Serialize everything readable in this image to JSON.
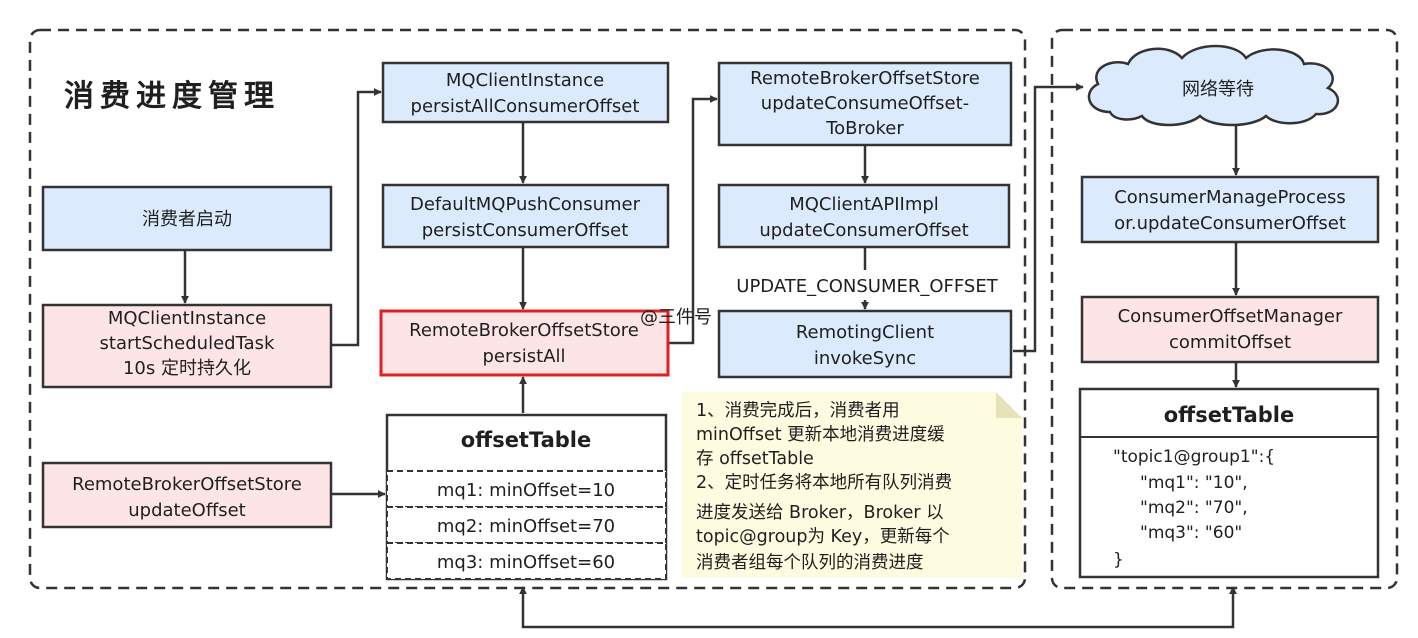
{
  "title": "消费进度管理",
  "nodes": {
    "consumer_start": "消费者启动",
    "start_task": [
      "MQClientInstance",
      "startScheduledTask",
      "10s 定时持久化"
    ],
    "broker_update_offset": [
      "RemoteBrokerOffsetStore",
      "updateOffset"
    ],
    "persist_all_consumer_offset": [
      "MQClientInstance",
      "persistAllConsumerOffset"
    ],
    "push_consumer_persist": [
      "DefaultMQPushConsumer",
      "persistConsumerOffset"
    ],
    "persist_all": [
      "RemoteBrokerOffsetStore",
      "persistAll"
    ],
    "update_to_broker": [
      "RemoteBrokerOffsetStore",
      "updateConsumeOffset-",
      "ToBroker"
    ],
    "api_impl": [
      "MQClientAPIImpl",
      "updateConsumerOffset"
    ],
    "remoting_client": [
      "RemotingClient",
      "invokeSync"
    ],
    "network_wait": "网络等待",
    "manage_processor": [
      "ConsumerManageProcess",
      "or.updateConsumerOffset"
    ],
    "offset_manager": [
      "ConsumerOffsetManager",
      "commitOffset"
    ]
  },
  "request_code_label": "UPDATE_CONSUMER_OFFSET",
  "client_offset_table": {
    "title": "offsetTable",
    "rows": [
      "mq1: minOffset=10",
      "mq2: minOffset=70",
      "mq3: minOffset=60"
    ]
  },
  "broker_offset_table": {
    "title": "offsetTable",
    "lines": [
      "\"topic1@group1\":{",
      "\"mq1\": \"10\",",
      "\"mq2\": \"70\",",
      "\"mq3\": \"60\"",
      "}"
    ]
  },
  "note": [
    "1、消费完成后，消费者用",
    "minOffset 更新本地消费进度缓",
    "存 offsetTable",
    "2、定时任务将本地所有队列消费",
    "进度发送给 Broker，Broker 以",
    "topic@group为 Key，更新每个",
    "消费者组每个队列的消费进度"
  ],
  "watermark": "@三件号",
  "colors": {
    "box_blue": "#dbeafc",
    "box_pink": "#fde4e6",
    "highlight_border": "#e02020",
    "note_background": "#fdfbe0",
    "stroke": "#333333"
  }
}
